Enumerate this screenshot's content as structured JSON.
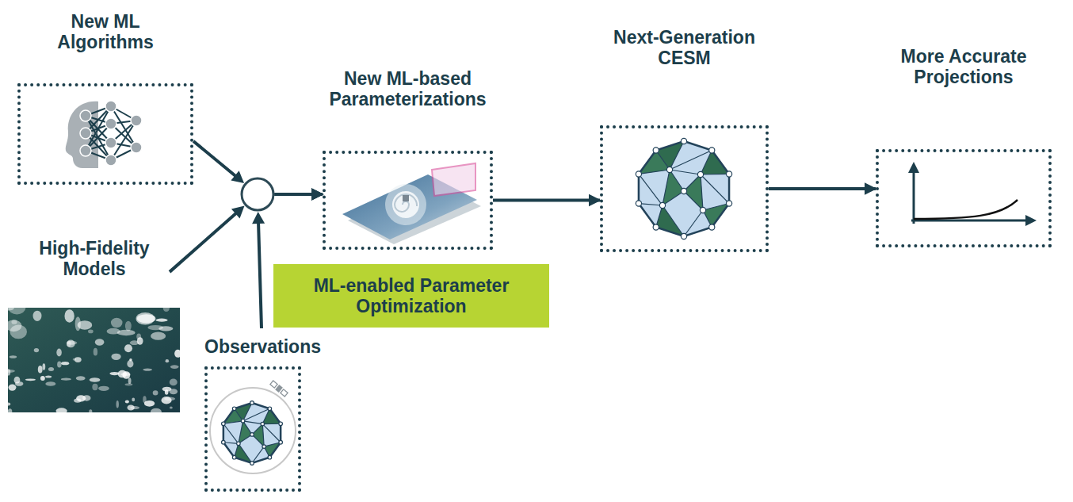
{
  "diagram": {
    "nodes": [
      {
        "text": [
          "New ML Algorithms"
        ]
      },
      {
        "text": [
          "High-Fidelity Models"
        ]
      },
      {
        "text": [
          "Observations"
        ]
      },
      {
        "text": [
          "ML-enabled Parameter Optimization"
        ]
      },
      {
        "text": [
          "New ML-based Parameterizations"
        ]
      },
      {
        "text": [
          "Next-Generation CESM"
        ]
      },
      {
        "text": [
          "More Accurate Projections"
        ]
      }
    ],
    "edges": [
      {
        "from": 0,
        "to": 4,
        "arrow": "to"
      },
      {
        "from": 1,
        "to": 4,
        "arrow": "to"
      },
      {
        "from": 2,
        "to": 4,
        "arrow": "to"
      },
      {
        "from": 4,
        "to": 5,
        "arrow": "to"
      },
      {
        "from": 5,
        "to": 6,
        "arrow": "to"
      }
    ]
  }
}
